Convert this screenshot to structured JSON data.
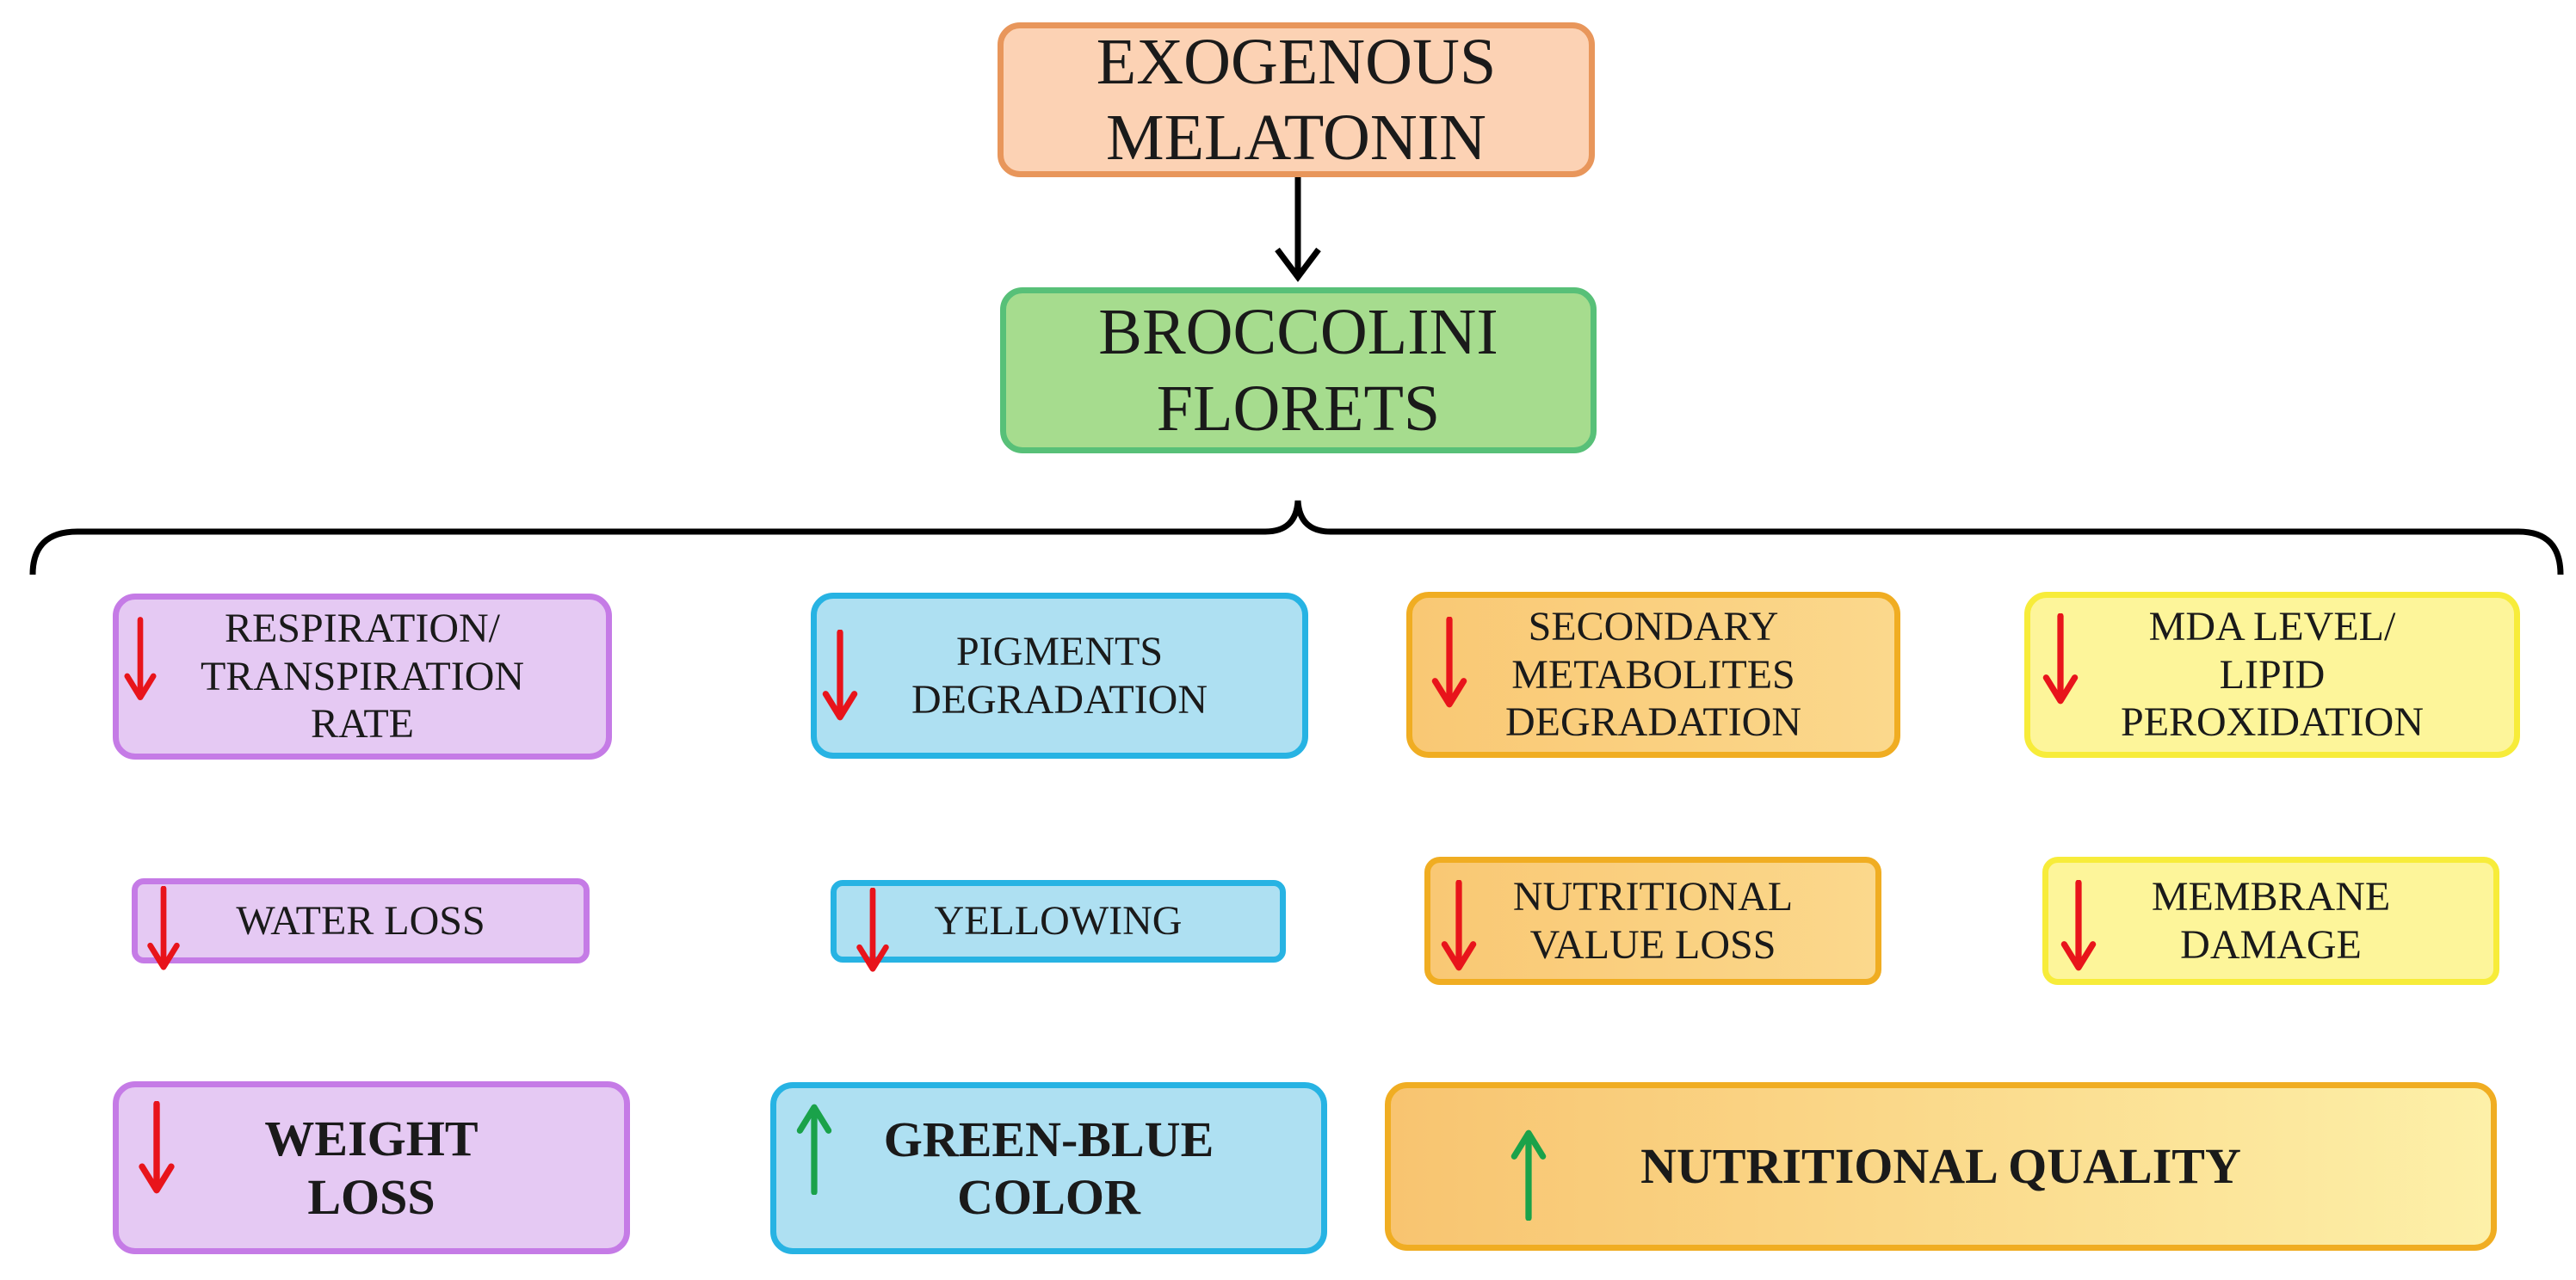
{
  "colors": {
    "down_arrow": "#e8141b",
    "up_arrow": "#1aa24a",
    "connector": "#000000"
  },
  "top_boxes": {
    "melatonin": "EXOGENOUS\nMELATONIN",
    "broccolini": "BROCCOLINI\nFLORETS"
  },
  "effects": {
    "respiration": {
      "text": "RESPIRATION/\nTRANSPIRATION\nRATE",
      "direction": "down"
    },
    "pigments": {
      "text": "PIGMENTS\nDEGRADATION",
      "direction": "down"
    },
    "secondary_metabolites": {
      "text": "SECONDARY\nMETABOLITES\nDEGRADATION",
      "direction": "down"
    },
    "mda": {
      "text": "MDA LEVEL/\nLIPID\nPEROXIDATION",
      "direction": "down"
    },
    "water_loss": {
      "text": "WATER LOSS",
      "direction": "down"
    },
    "yellowing": {
      "text": "YELLOWING",
      "direction": "down"
    },
    "nutritional_value_loss": {
      "text": "NUTRITIONAL\nVALUE LOSS",
      "direction": "down"
    },
    "membrane_damage": {
      "text": "MEMBRANE\nDAMAGE",
      "direction": "down"
    }
  },
  "outcomes": {
    "weight_loss": {
      "text": "WEIGHT\nLOSS",
      "direction": "down"
    },
    "green_blue_color": {
      "text": "GREEN-BLUE\nCOLOR",
      "direction": "up"
    },
    "nutritional_quality": {
      "text": "NUTRITIONAL QUALITY",
      "direction": "up"
    }
  }
}
